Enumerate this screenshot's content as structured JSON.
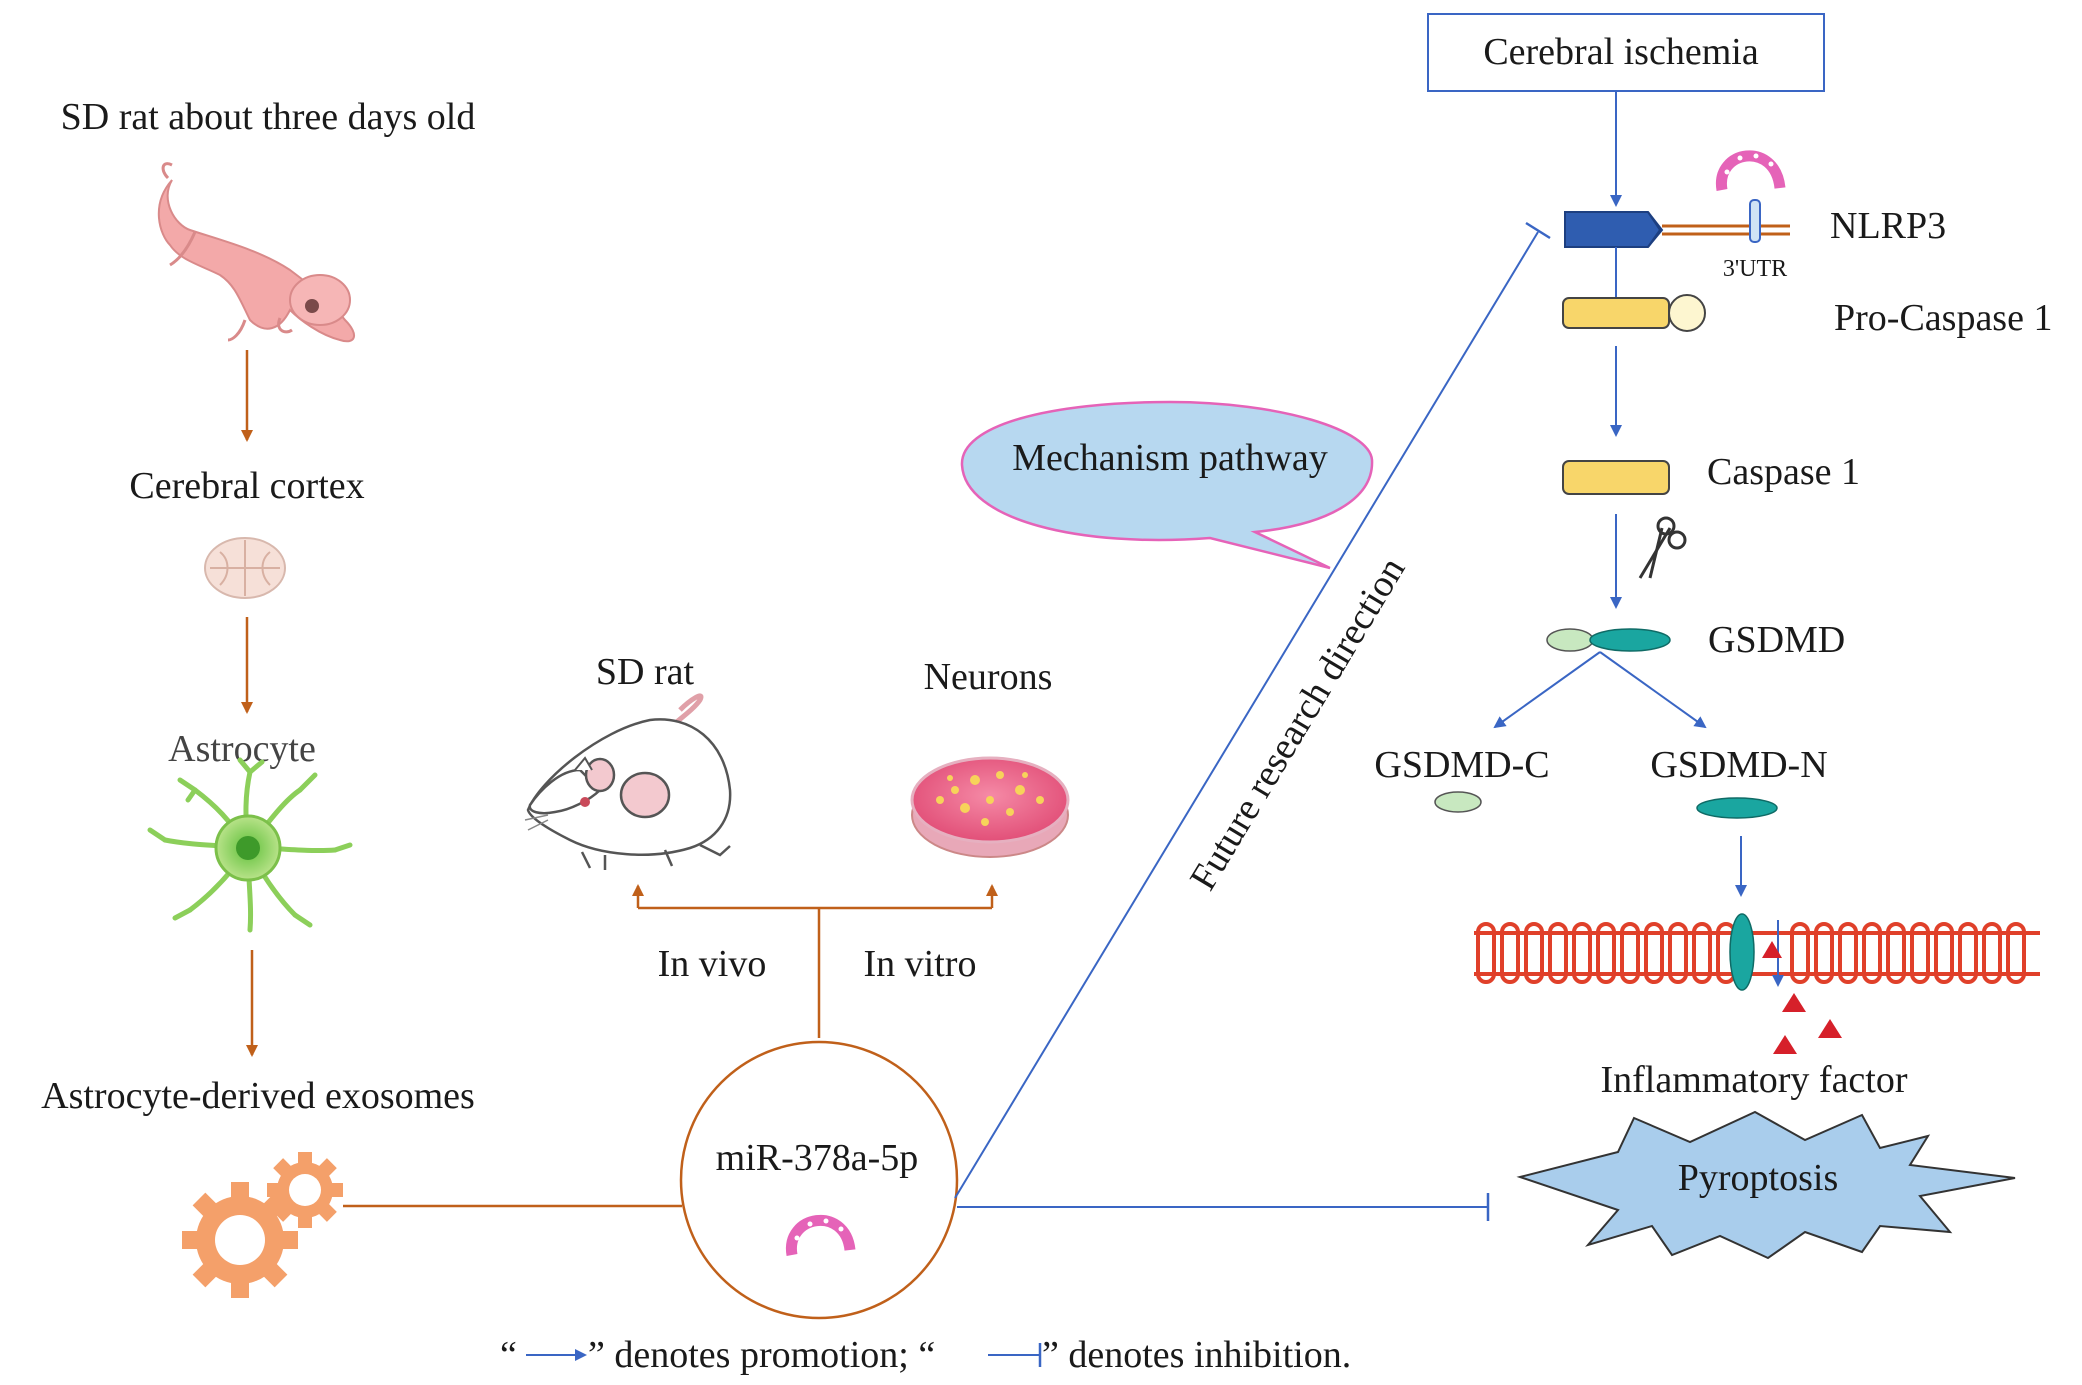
{
  "left_column": {
    "sd_rat_title": "SD rat about three days old",
    "cerebral_cortex": "Cerebral cortex",
    "astrocyte": "Astrocyte",
    "exosomes": "Astrocyte-derived exosomes"
  },
  "middle": {
    "sd_rat": "SD rat",
    "neurons": "Neurons",
    "in_vivo": "In vivo",
    "in_vitro": "In vitro",
    "mirna": "miR-378a-5p",
    "bubble": "Mechanism pathway",
    "future": "Future research  direction"
  },
  "pathway": {
    "ischemia": "Cerebral ischemia",
    "nlrp3": "NLRP3",
    "utr": "3'UTR",
    "pro_caspase": "Pro-Caspase 1",
    "caspase": "Caspase 1",
    "gsdmd": "GSDMD",
    "gsdmd_c": "GSDMD-C",
    "gsdmd_n": "GSDMD-N",
    "inflammatory": "Inflammatory factor",
    "pyroptosis": "Pyroptosis"
  },
  "legend": {
    "open1": "“",
    "promotion": "” denotes promotion; “",
    "inhibition": "” denotes inhibition."
  },
  "colors": {
    "orange_arrow": "#c0601a",
    "blue_arrow": "#3a66c4",
    "gear": "#f4a06a",
    "mirna_pink": "#e563b8",
    "bubble_fill": "#b7d8f0",
    "pyroptosis_fill": "#a9cdec",
    "membrane": "#e0402a",
    "nlrp3_blue": "#2f5db0",
    "caspase_yellow": "#f8d66a",
    "gsdmd_teal": "#1aa6a0",
    "triangle_red": "#d6202a"
  }
}
